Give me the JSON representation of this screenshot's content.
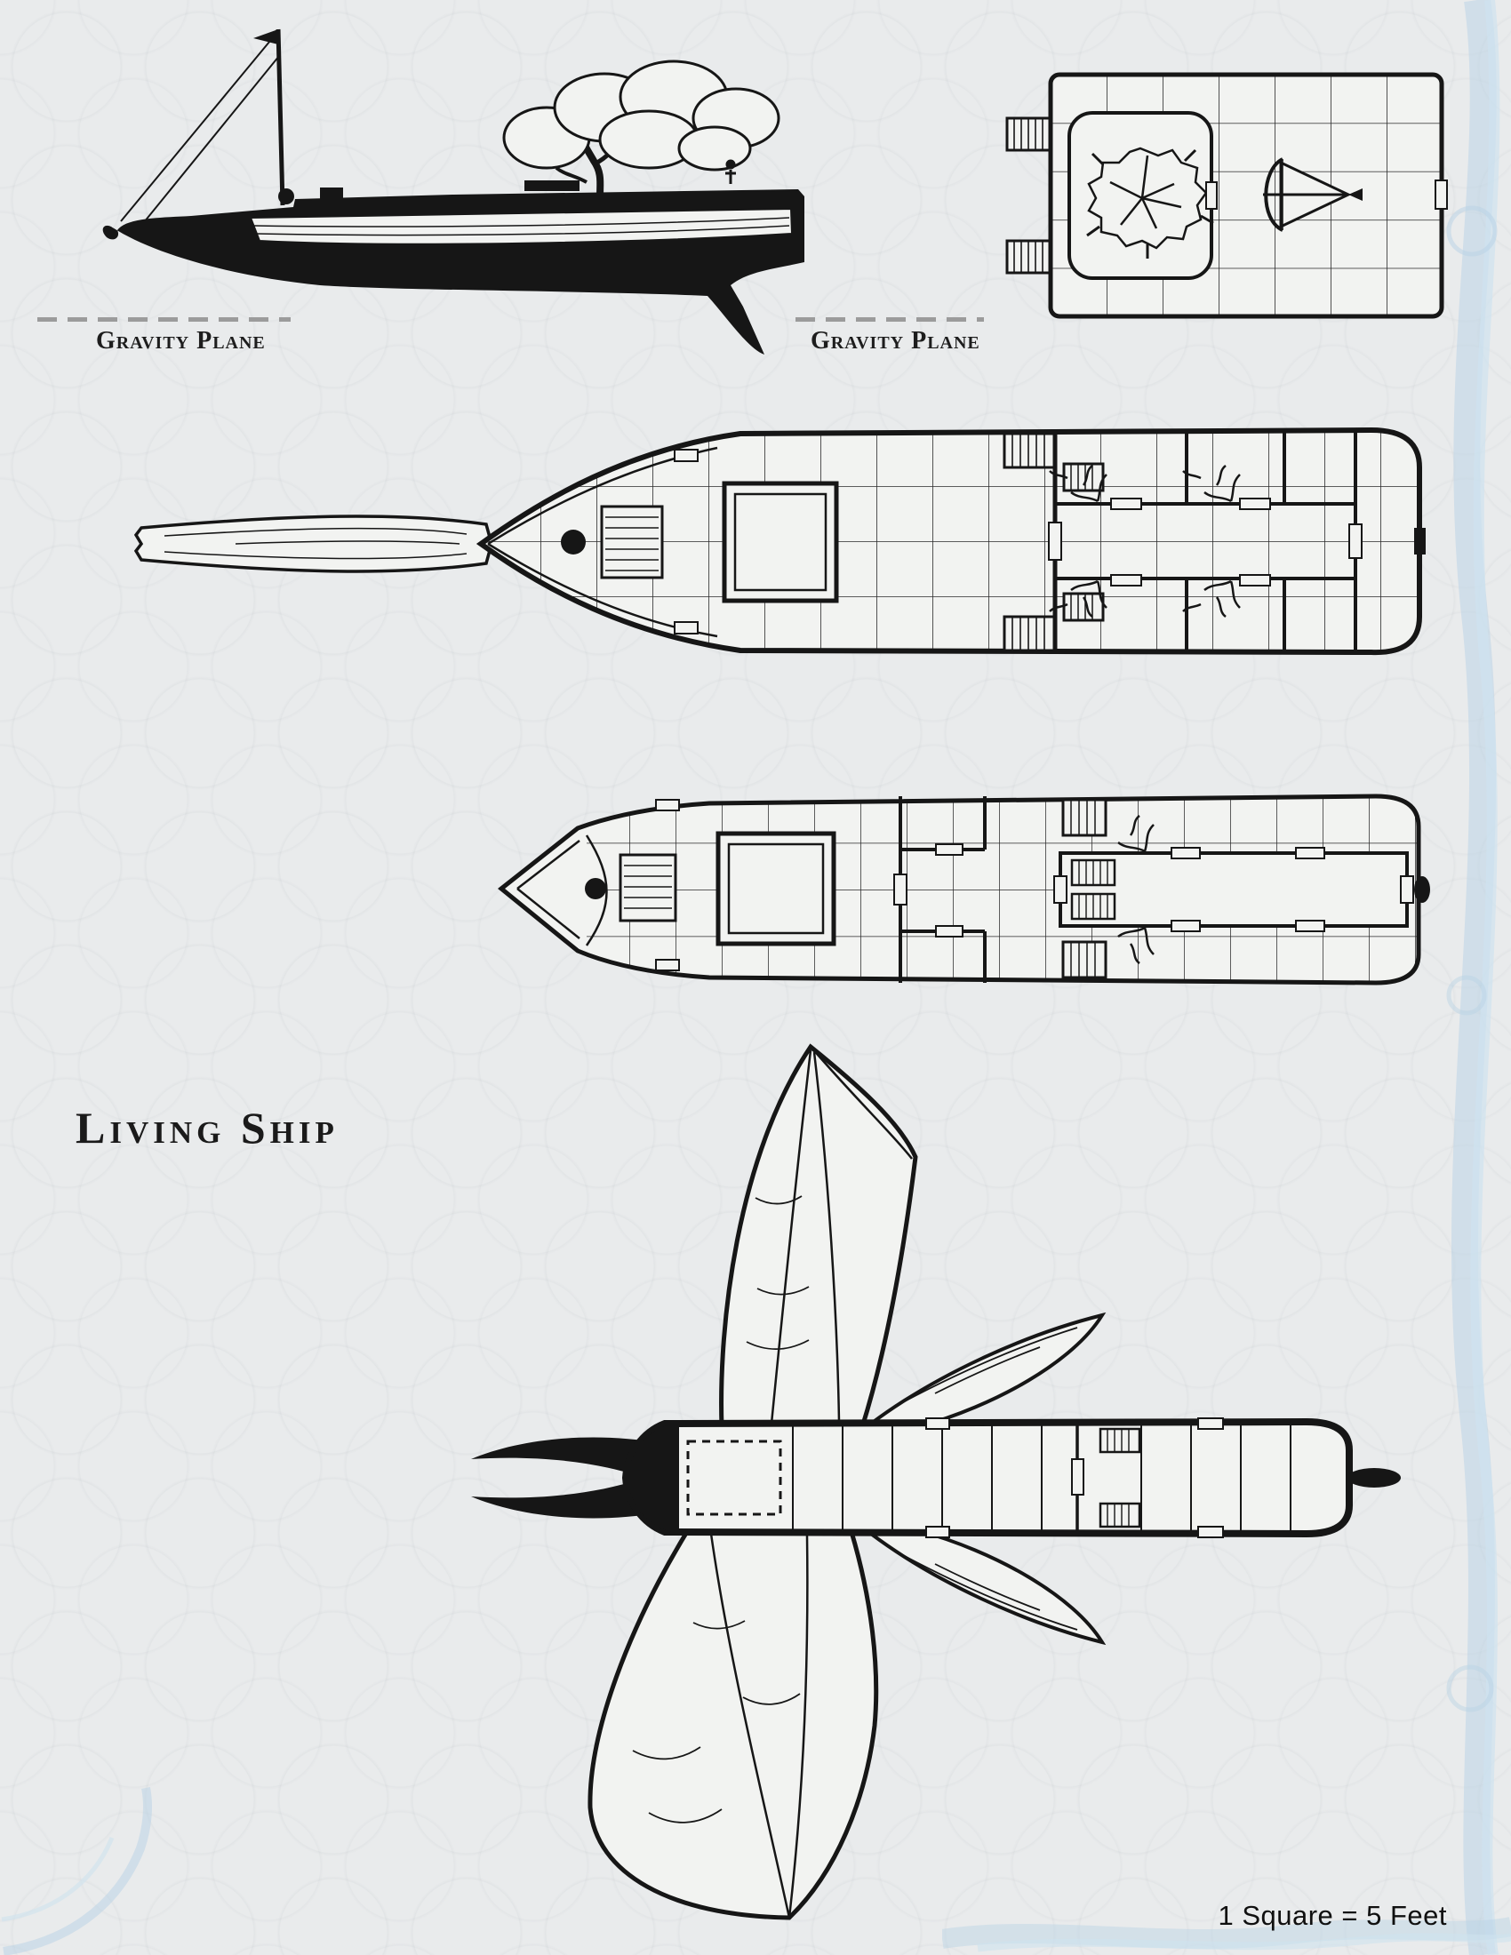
{
  "document": {
    "title": "Living Ship",
    "scale_note": "1 Square = 5 Feet"
  },
  "side_view": {
    "gravity_plane_left": "Gravity Plane",
    "gravity_plane_right": "Gravity Plane"
  },
  "colors": {
    "paper": "#e9ebec",
    "figure_fill": "#f2f3f1",
    "ink": "#161616",
    "dash_gray": "#9b9b9b",
    "accent_blue": "#b8d2e5"
  },
  "figures": [
    "side-profile-view",
    "aft-castle-deck-plan",
    "main-deck-plan",
    "lower-deck-plan",
    "wings-extended-top-view"
  ]
}
